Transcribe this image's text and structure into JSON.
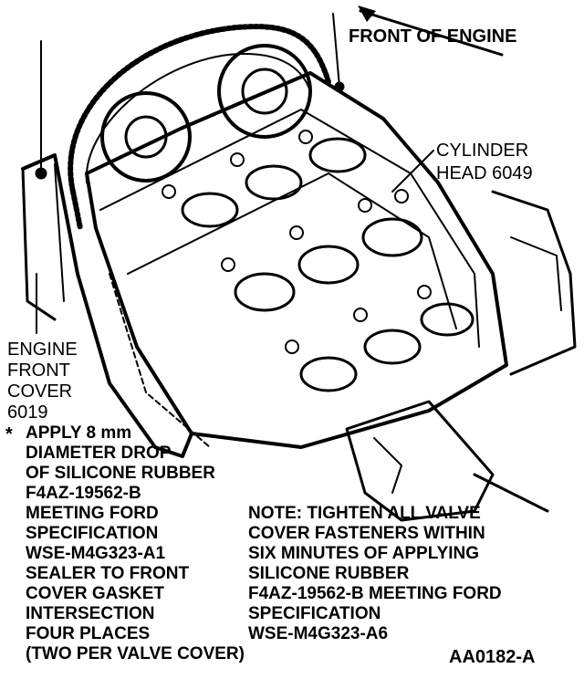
{
  "labels": {
    "front_of_engine": "FRONT OF ENGINE",
    "cylinder_head_line1": "CYLINDER",
    "cylinder_head_line2": "HEAD 6049",
    "engine_front_cover_line1": "ENGINE",
    "engine_front_cover_line2": "FRONT",
    "engine_front_cover_line3": "COVER",
    "engine_front_cover_line4": "6019",
    "figure_id": "AA0182-A"
  },
  "apply_note": {
    "asterisk": "*",
    "lines": [
      "APPLY 8 mm",
      "DIAMETER DROP",
      "OF SILICONE RUBBER",
      "F4AZ-19562-B",
      "MEETING FORD",
      "SPECIFICATION",
      "WSE-M4G323-A1",
      "SEALER TO FRONT",
      "COVER GASKET",
      "INTERSECTION",
      "FOUR PLACES",
      "(TWO PER VALVE COVER)"
    ]
  },
  "tighten_note": {
    "lines": [
      "NOTE: TIGHTEN ALL VALVE",
      "COVER FASTENERS WITHIN",
      "SIX MINUTES OF APPLYING",
      "SILICONE RUBBER",
      "F4AZ-19562-B MEETING FORD",
      "SPECIFICATION",
      "WSE-M4G323-A6"
    ]
  },
  "colors": {
    "ink": "#000000",
    "paper": "#ffffff"
  }
}
